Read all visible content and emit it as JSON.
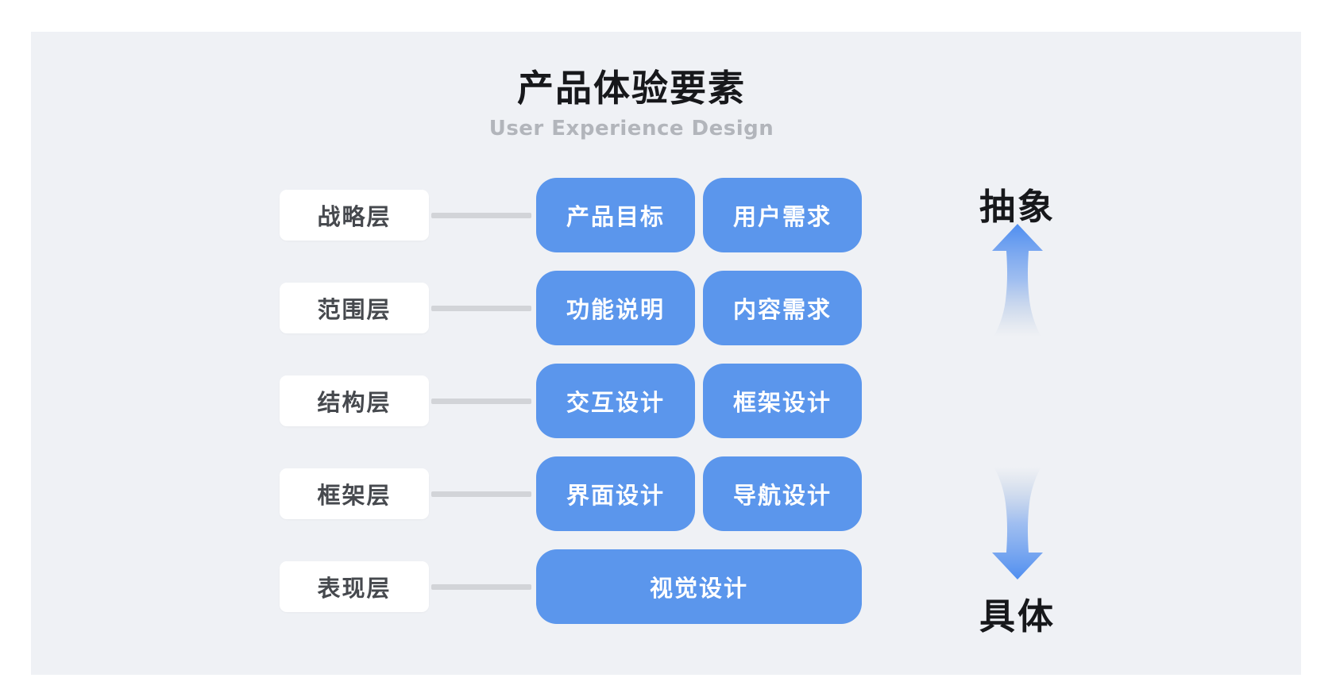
{
  "header": {
    "title": "产品体验要素",
    "subtitle": "User Experience Design"
  },
  "rows": [
    {
      "label": "战略层",
      "items": [
        "产品目标",
        "用户需求"
      ]
    },
    {
      "label": "范围层",
      "items": [
        "功能说明",
        "内容需求"
      ]
    },
    {
      "label": "结构层",
      "items": [
        "交互设计",
        "框架设计"
      ]
    },
    {
      "label": "框架层",
      "items": [
        "界面设计",
        "导航设计"
      ]
    },
    {
      "label": "表现层",
      "items": [
        "视觉设计"
      ]
    }
  ],
  "axis": {
    "top_label": "抽象",
    "bottom_label": "具体"
  },
  "colors": {
    "primary_blue": "#5b96ec",
    "connector_gray": "#d2d4d8",
    "panel_bg": "#eff1f5",
    "label_text": "#46494e",
    "subtitle_gray": "#b2b5bb",
    "title_black": "#17181b"
  }
}
